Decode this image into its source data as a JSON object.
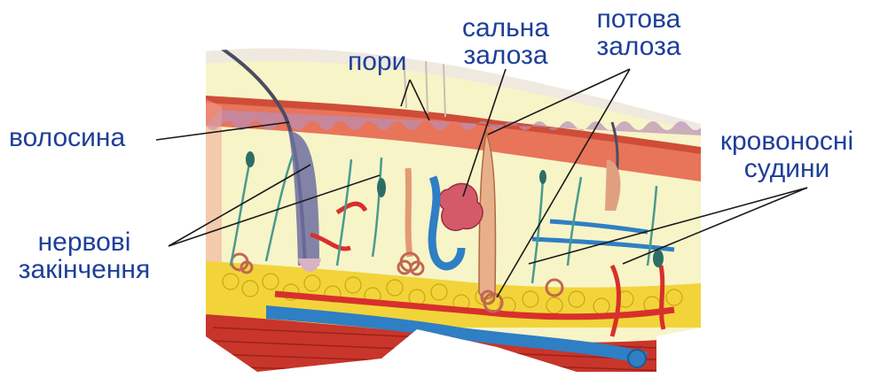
{
  "labels": {
    "hair": "волосина",
    "pores": "пори",
    "sebaceous_gland": [
      "сальна",
      "залоза"
    ],
    "sweat_gland": [
      "потова",
      "залоза"
    ],
    "nerve_endings": [
      "нервові",
      "закінчення"
    ],
    "blood_vessels": [
      "кровоносні",
      "судини"
    ]
  },
  "colors": {
    "label_text": "#1e3f98",
    "leader_line": "#1a1a1a",
    "epidermis": "#e8745a",
    "dermis": "#f7f4c8",
    "fat": "#f2d43a",
    "muscle": "#c8352b",
    "vein": "#2f7fc4",
    "artery": "#d8302c",
    "nerve": "#4a9a8e"
  }
}
